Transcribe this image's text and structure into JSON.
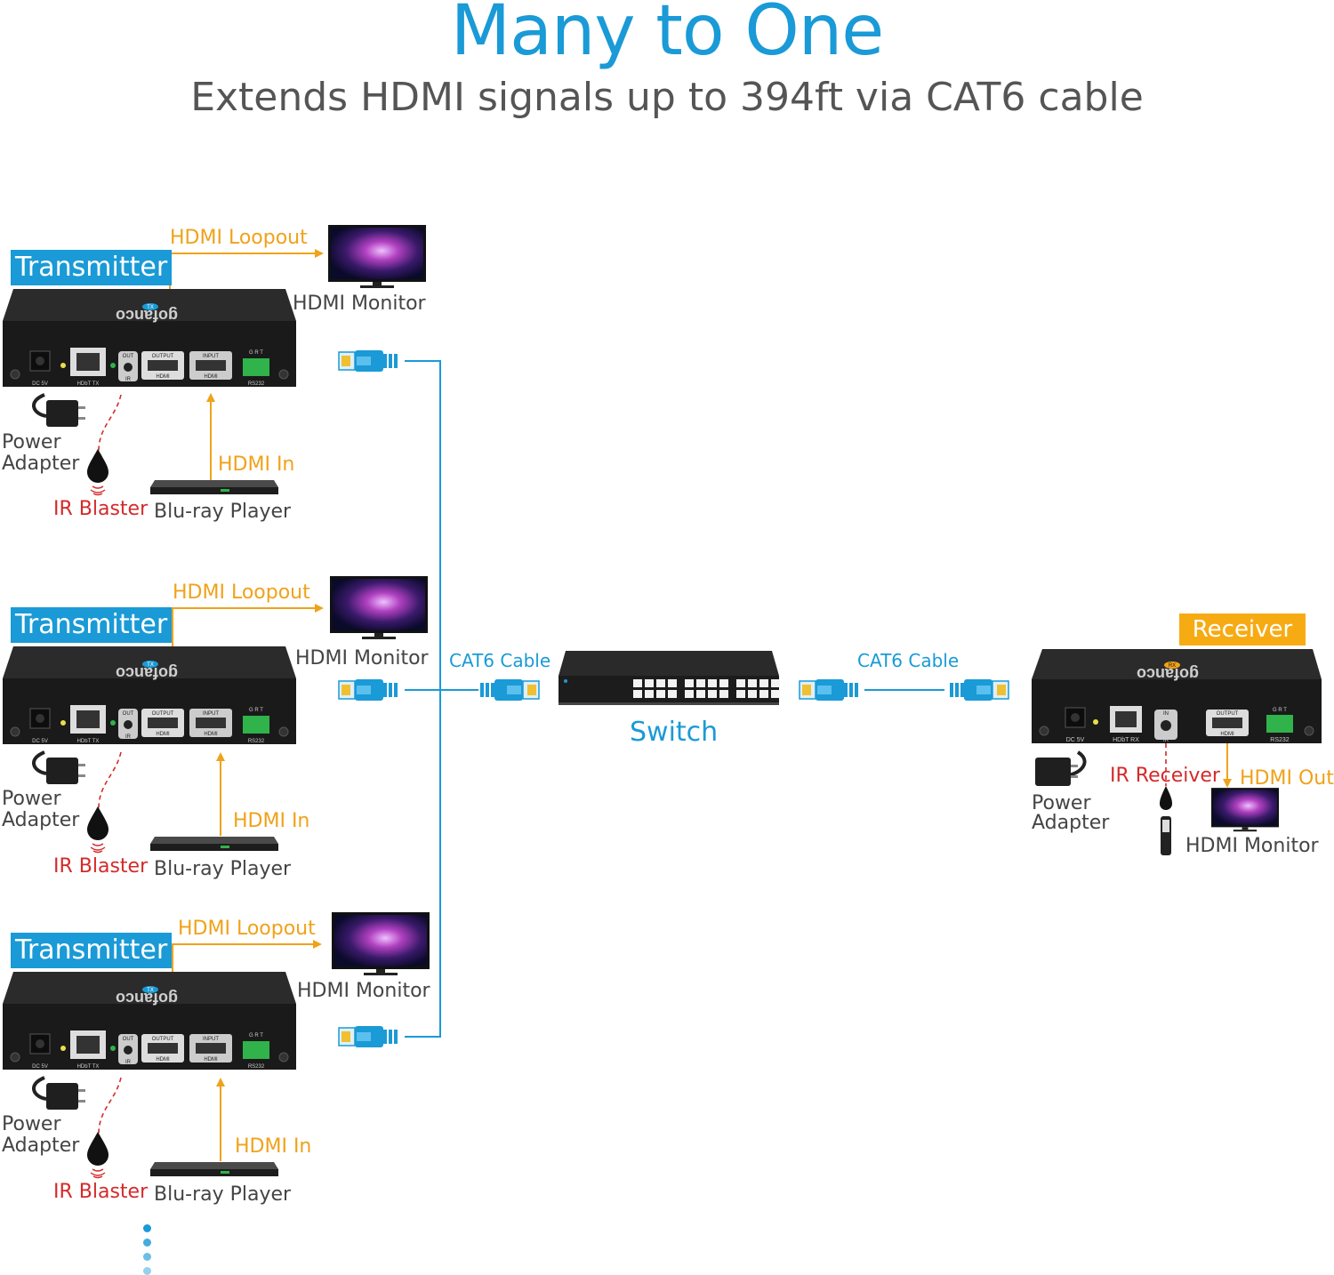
{
  "header": {
    "title": "Many to One",
    "subtitle": "Extends HDMI signals up to 394ft via CAT6 cable"
  },
  "colors": {
    "accent_blue": "#1a9ad6",
    "accent_orange": "#f0a21a",
    "ir_red": "#d42a2a",
    "label_gray": "#444444",
    "device_body": "#1b1b1b"
  },
  "transmitters": [
    {
      "badge": "Transmitter",
      "loopout_label": "HDMI Loopout",
      "monitor_label": "HDMI Monitor",
      "power_label": [
        "Power",
        "Adapter"
      ],
      "ir_label": "IR Blaster",
      "hdmi_in_label": "HDMI In",
      "player_label": "Blu-ray Player",
      "device": {
        "brand": "gofanco",
        "model_tag": "TX",
        "port_labels": [
          "DC 5V",
          "HDbT TX",
          "OUT",
          "IR",
          "OUTPUT",
          "HDMI",
          "INPUT",
          "HDMI",
          "G  R  T",
          "RS232"
        ]
      }
    },
    {
      "badge": "Transmitter",
      "loopout_label": "HDMI Loopout",
      "monitor_label": "HDMI Monitor",
      "power_label": [
        "Power",
        "Adapter"
      ],
      "ir_label": "IR Blaster",
      "hdmi_in_label": "HDMI In",
      "player_label": "Blu-ray Player",
      "device": {
        "brand": "gofanco",
        "model_tag": "TX",
        "port_labels": [
          "DC 5V",
          "HDbT TX",
          "OUT",
          "IR",
          "OUTPUT",
          "HDMI",
          "INPUT",
          "HDMI",
          "G  R  T",
          "RS232"
        ]
      }
    },
    {
      "badge": "Transmitter",
      "loopout_label": "HDMI Loopout",
      "monitor_label": "HDMI Monitor",
      "power_label": [
        "Power",
        "Adapter"
      ],
      "ir_label": "IR Blaster",
      "hdmi_in_label": "HDMI In",
      "player_label": "Blu-ray Player",
      "device": {
        "brand": "gofanco",
        "model_tag": "TX",
        "port_labels": [
          "DC 5V",
          "HDbT TX",
          "OUT",
          "IR",
          "OUTPUT",
          "HDMI",
          "INPUT",
          "HDMI",
          "G  R  T",
          "RS232"
        ]
      }
    }
  ],
  "cables": {
    "left_label": "CAT6 Cable",
    "right_label": "CAT6 Cable"
  },
  "switch": {
    "label": "Switch",
    "port_count": 24
  },
  "receiver": {
    "badge": "Receiver",
    "ir_label": "IR Receiver",
    "hdmi_out_label": "HDMI Out",
    "power_label": [
      "Power",
      "Adapter"
    ],
    "monitor_label": "HDMI Monitor",
    "device": {
      "brand": "gofanco",
      "model_tag": "RX",
      "port_labels": [
        "DC 5V",
        "HDbT RX",
        "IN",
        "IR",
        "OUTPUT",
        "HDMI",
        "G  R  T",
        "RS232"
      ]
    }
  },
  "more_indicator": {
    "dot_count": 4
  }
}
